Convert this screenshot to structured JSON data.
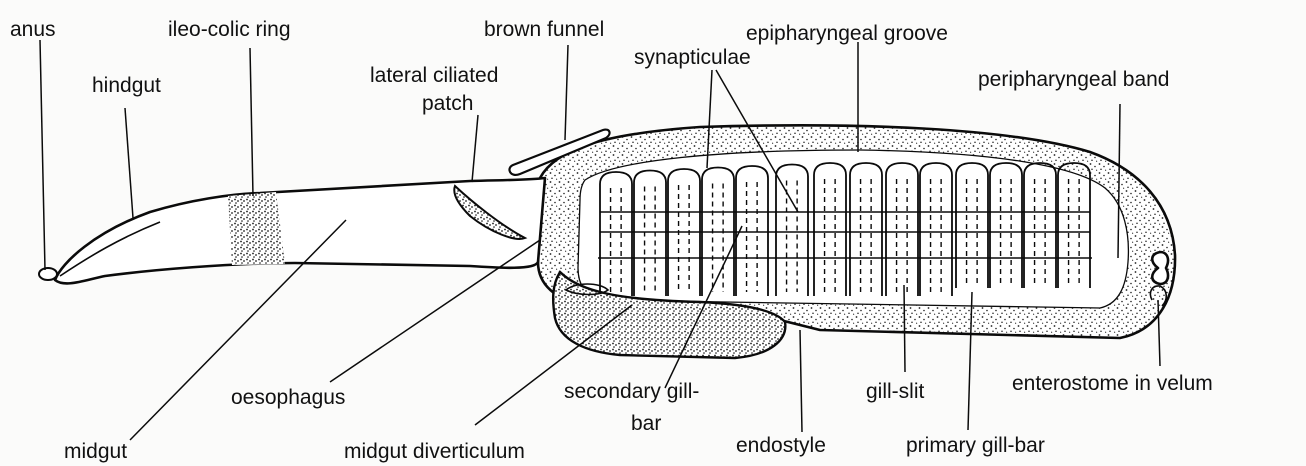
{
  "labels": {
    "anus": "anus",
    "ileo_colic_ring": "ileo-colic ring",
    "brown_funnel": "brown funnel",
    "epipharyngeal_groove": "epipharyngeal groove",
    "hindgut": "hindgut",
    "lateral_ciliated_patch_1": "lateral ciliated",
    "lateral_ciliated_patch_2": "patch",
    "synapticulae": "synapticulae",
    "peripharyngeal_band": "peripharyngeal band",
    "oesophagus": "oesophagus",
    "secondary_gill_bar_1": "secondary gill-",
    "secondary_gill_bar_2": "bar",
    "gill_slit": "gill-slit",
    "enterostome_in_velum": "enterostome in velum",
    "midgut": "midgut",
    "midgut_diverticulum": "midgut diverticulum",
    "endostyle": "endostyle",
    "primary_gill_bar": "primary gill-bar"
  },
  "colors": {
    "line": "#0b0b0b",
    "stipple": "#222222",
    "background": "#fbfbfa"
  }
}
